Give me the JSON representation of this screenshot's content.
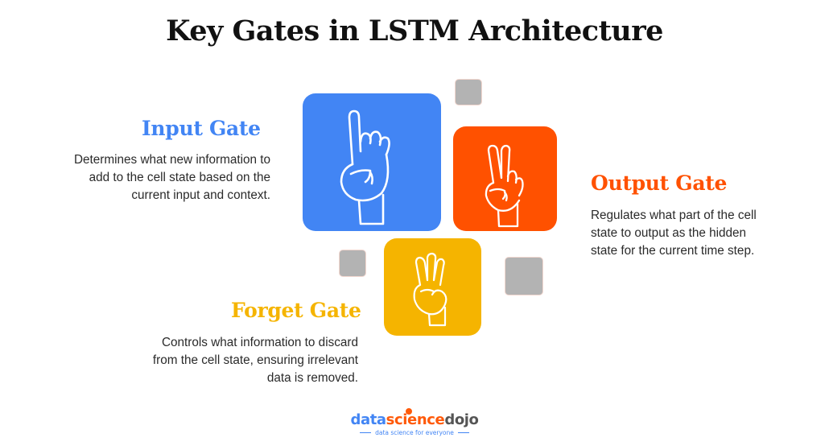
{
  "title": "Key Gates in LSTM Architecture",
  "colors": {
    "input": "#4285f4",
    "output": "#ff5100",
    "forget": "#f5b400",
    "square": "#b3b3b3",
    "text": "#2a2a2a"
  },
  "gates": {
    "input": {
      "heading": "Input Gate",
      "lines": [
        "Determines what new information to",
        "add to the cell state based on the",
        "current input and context."
      ],
      "icon": "one-finger-hand-icon"
    },
    "output": {
      "heading": "Output Gate",
      "lines": [
        "Regulates what part of the cell",
        "state to output as the hidden",
        "state for the current time step."
      ],
      "icon": "two-finger-hand-icon"
    },
    "forget": {
      "heading": "Forget Gate",
      "lines": [
        "Controls what information to discard",
        "from the cell state, ensuring irrelevant",
        "data is removed."
      ],
      "icon": "three-finger-hand-icon"
    }
  },
  "logo": {
    "part1": "data",
    "part2": "science",
    "part3": "dojo",
    "tagline": "data science for everyone"
  }
}
